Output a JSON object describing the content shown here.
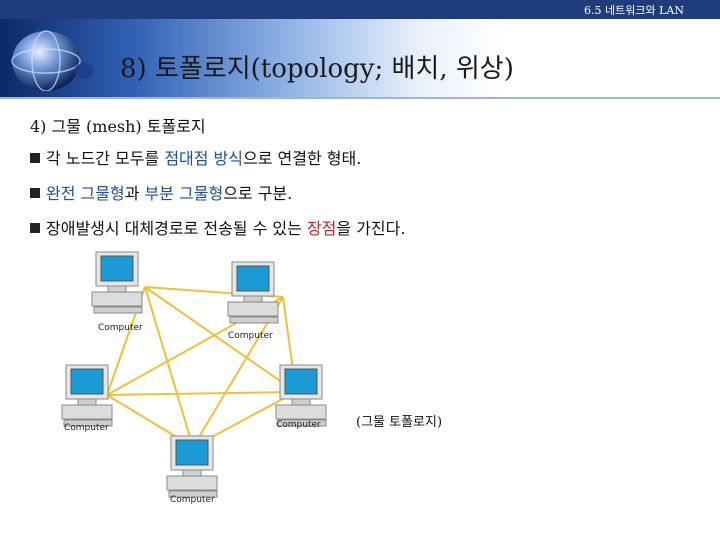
{
  "header": {
    "section_label": "6.5 네트워크와 LAN",
    "title": "8) 토폴로지(topology; 배치, 위상)"
  },
  "content": {
    "subheading": "4) 그물 (mesh) 토폴로지",
    "bullets": [
      {
        "segments": [
          {
            "text": "각 노드간 모두를 ",
            "style": "normal"
          },
          {
            "text": "점대점 방식",
            "style": "blue"
          },
          {
            "text": "으로 연결한 형태.",
            "style": "normal"
          }
        ]
      },
      {
        "segments": [
          {
            "text": "완전 그물형",
            "style": "blue"
          },
          {
            "text": "과 ",
            "style": "normal"
          },
          {
            "text": "부분 그물형",
            "style": "blue"
          },
          {
            "text": "으로 구분.",
            "style": "normal"
          }
        ]
      },
      {
        "segments": [
          {
            "text": "장애발생시 대체경로로 전송될 수 있는 ",
            "style": "normal"
          },
          {
            "text": "장점",
            "style": "red"
          },
          {
            "text": "을 가진다.",
            "style": "normal"
          }
        ]
      }
    ]
  },
  "diagram": {
    "node_labels": [
      "Computer",
      "Computer",
      "Computer",
      "Computer",
      "Computer"
    ],
    "caption": "(그물 토폴로지)",
    "link_color": "#f2c037",
    "screen_color": "#1b9bd6"
  }
}
